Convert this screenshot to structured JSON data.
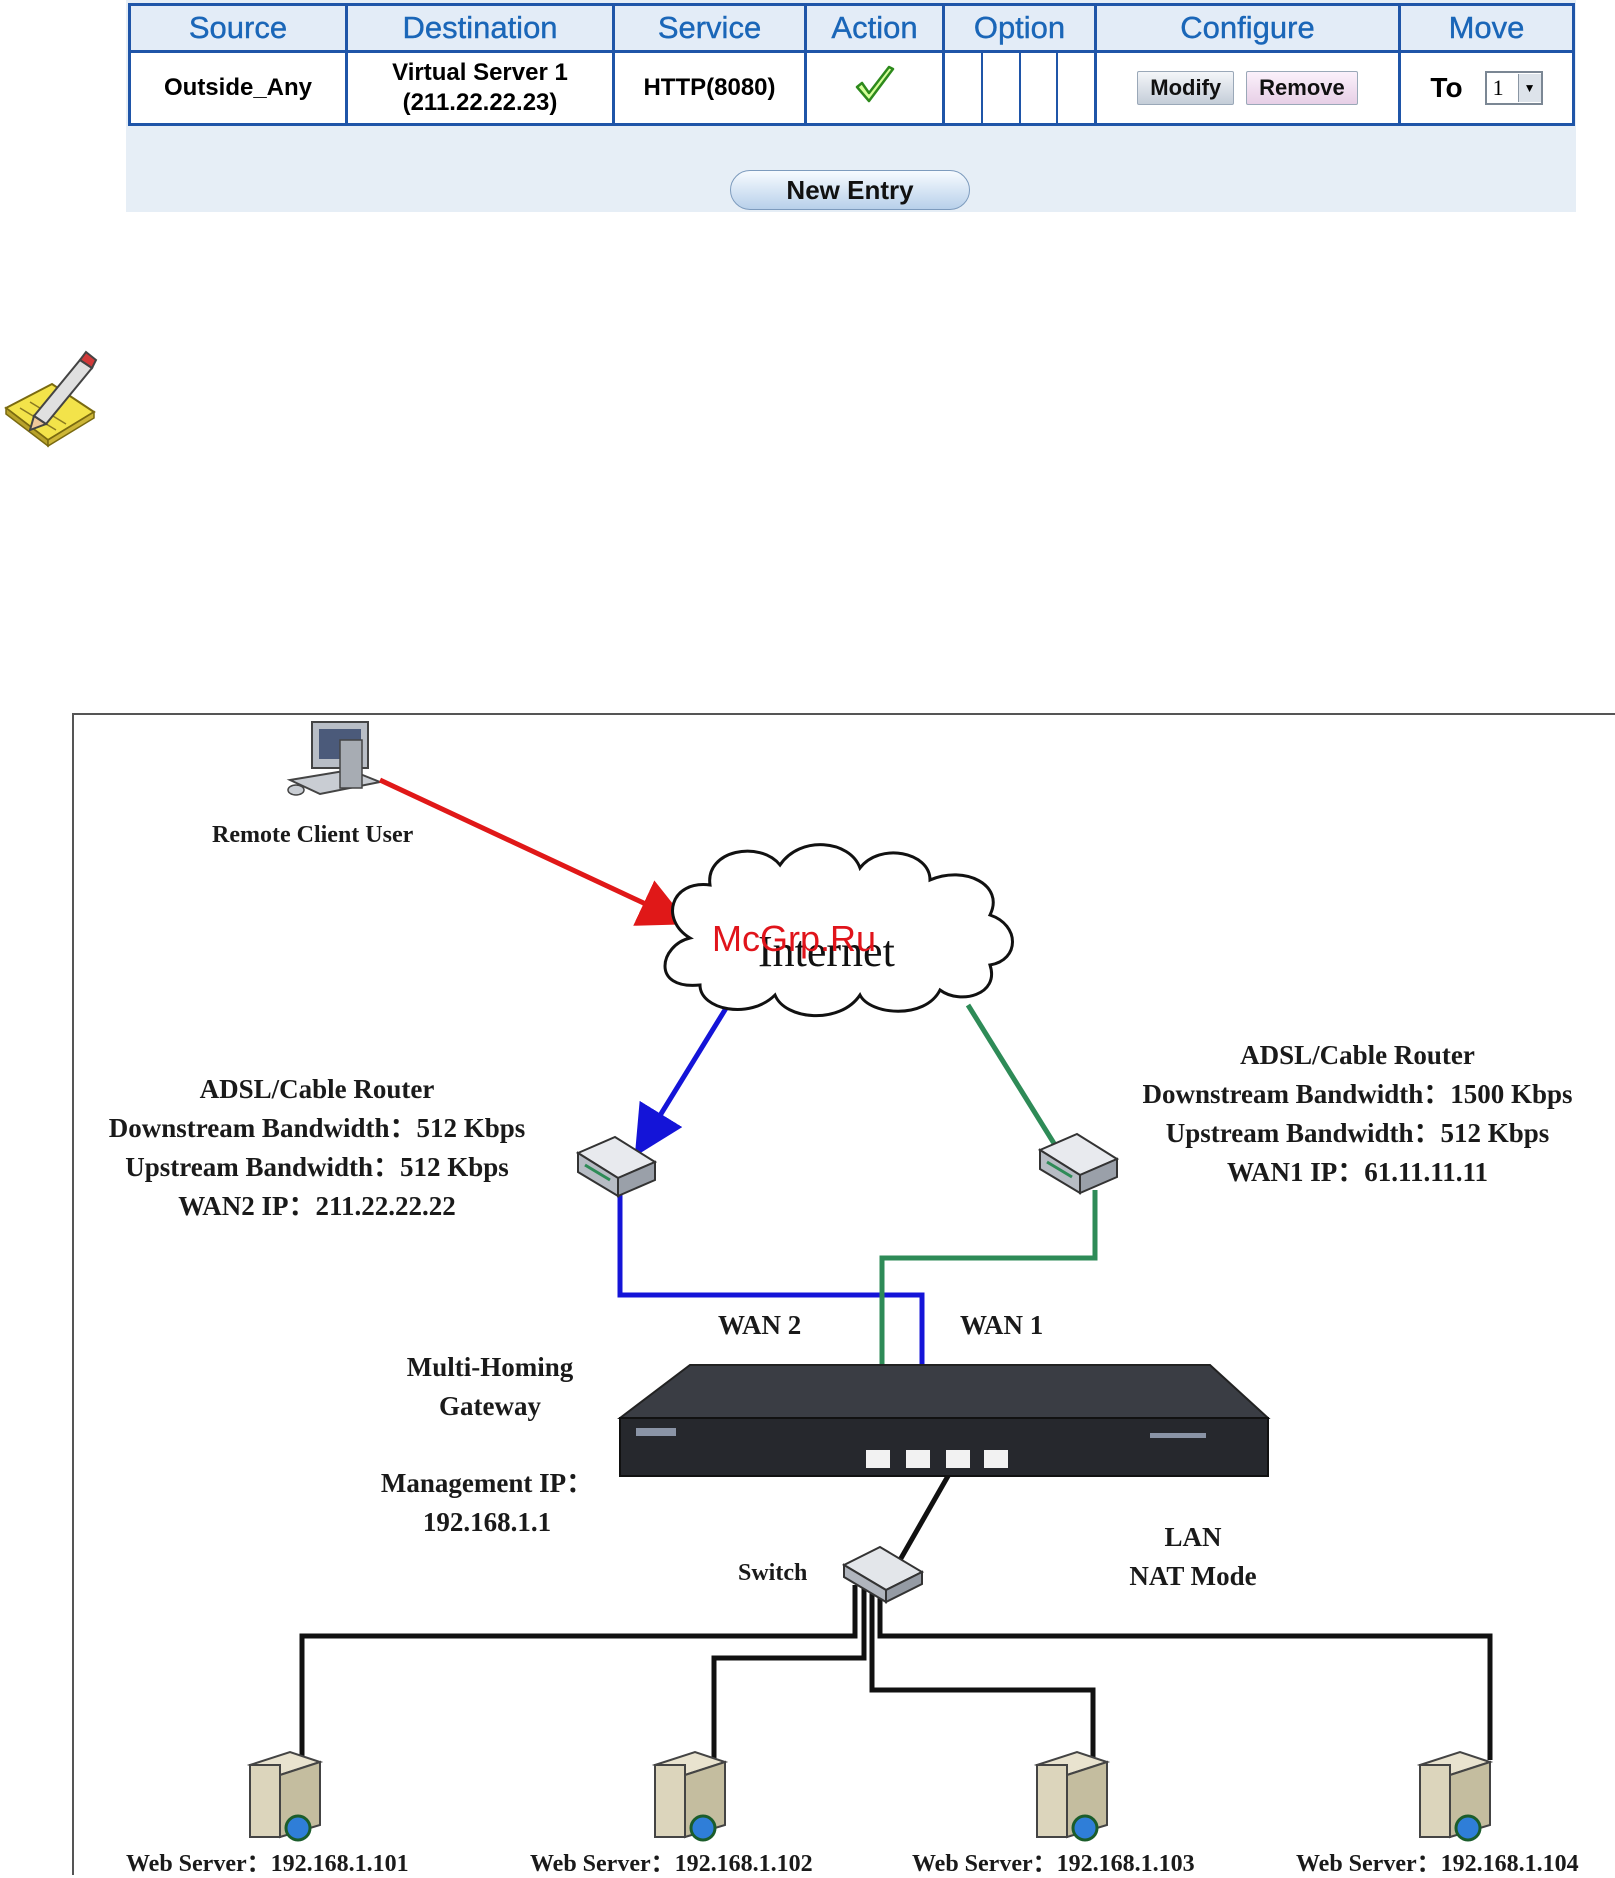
{
  "policy_table": {
    "headers": [
      "Source",
      "Destination",
      "Service",
      "Action",
      "Option",
      "Configure",
      "Move"
    ],
    "row": {
      "source": "Outside_Any",
      "destination_line1": "Virtual Server 1",
      "destination_line2": "(211.22.22.23)",
      "service": "HTTP(8080)",
      "action_icon": "checkmark-icon",
      "modify_label": "Modify",
      "remove_label": "Remove",
      "move_to_label": "To",
      "move_value": "1"
    },
    "new_entry_label": "New Entry",
    "colors": {
      "border": "#1f55a8",
      "header_text": "#1a66b8",
      "panel_bg": "#e6eef6"
    }
  },
  "note_icon": "pencil-notepad-icon",
  "diagram": {
    "remote_client_label": "Remote Client User",
    "internet_label": "Internet",
    "watermark": "McGrp.Ru",
    "left_router": {
      "title": "ADSL/Cable Router",
      "downstream": "Downstream Bandwidth：512 Kbps",
      "upstream": "Upstream Bandwidth：512 Kbps",
      "wan_ip": "WAN2 IP：211.22.22.22"
    },
    "right_router": {
      "title": "ADSL/Cable Router",
      "downstream": "Downstream Bandwidth：1500 Kbps",
      "upstream": "Upstream Bandwidth：512 Kbps",
      "wan_ip": "WAN1 IP：61.11.11.11"
    },
    "wan2_label": "WAN 2",
    "wan1_label": "WAN 1",
    "gateway_line1": "Multi-Homing",
    "gateway_line2": "Gateway",
    "mgmt_line1": "Management IP：",
    "mgmt_line2": "192.168.1.1",
    "switch_label": "Switch",
    "lan_line1": "LAN",
    "lan_line2": "NAT Mode",
    "servers": [
      "Web Server：192.168.1.101",
      "Web Server：192.168.1.102",
      "Web Server：192.168.1.103",
      "Web Server：192.168.1.104"
    ],
    "colors": {
      "client_link": "#e01818",
      "wan2_link": "#1414d8",
      "wan1_link": "#2e8b57",
      "lan_link": "#111111"
    }
  }
}
